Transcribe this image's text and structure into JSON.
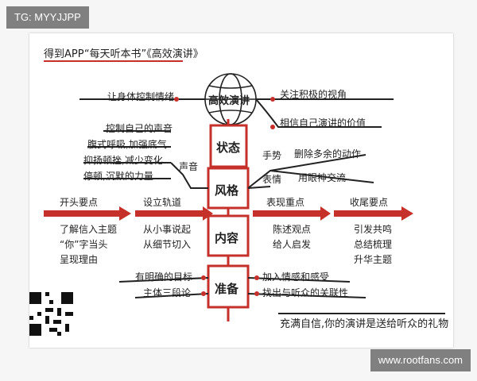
{
  "watermark_top": "TG: MYYJJPP",
  "watermark_bottom": "www.rootfans.com",
  "source": "得到APP“每天听本书”《高效演讲》",
  "center": "高效演讲",
  "stages": [
    "状态",
    "风格",
    "内容",
    "准备"
  ],
  "left_top": "让身体控制情绪",
  "right_top": [
    "关注积极的视角",
    "相信自己演讲的价值"
  ],
  "voice": {
    "label": "声音",
    "items": [
      "控制自己的声音",
      "腹式呼吸,加强底气",
      "抑扬顿挫,减少变化",
      "停顿,沉默的力量"
    ]
  },
  "gesture": {
    "label1": "手势",
    "label2": "表情",
    "items": [
      "删除多余的动作",
      "用眼神交流"
    ]
  },
  "arrow_labels": [
    "开头要点",
    "设立轨道",
    "表现重点",
    "收尾要点"
  ],
  "opening": [
    "了解信入主题",
    "“你”字当头",
    "呈现理由"
  ],
  "track": [
    "从小事说起",
    "从细节切入"
  ],
  "points": [
    "陈述观点",
    "给人启发"
  ],
  "closing": [
    "引发共鸣",
    "总结梳理",
    "升华主题"
  ],
  "prep_left": [
    "有明确的目标",
    "主体三段论"
  ],
  "prep_right": [
    "加入情感和感受",
    "找出与听众的关联性"
  ],
  "tagline": "充满自信,你的演讲是送给听众的礼物"
}
